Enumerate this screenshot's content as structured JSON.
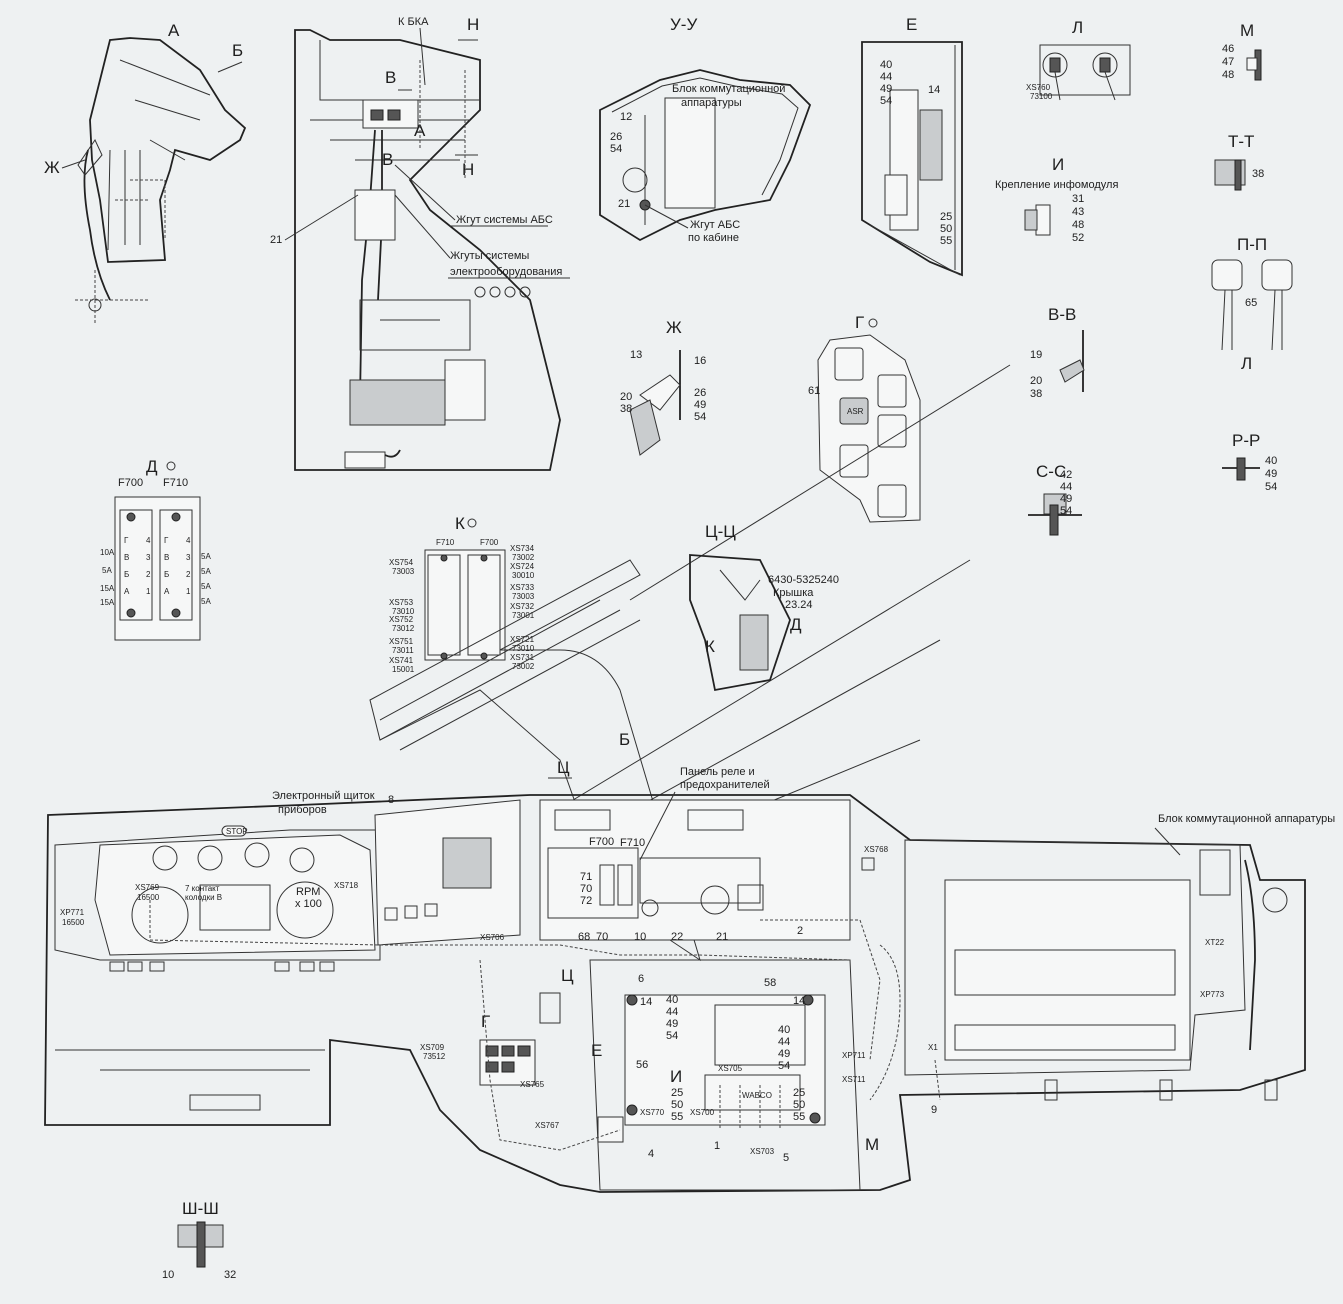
{
  "views": {
    "A": "А",
    "B": "Б",
    "ZH": "Ж",
    "UU": "У-У",
    "E": "Е",
    "L": "Л",
    "M": "М",
    "TT": "Т-Т",
    "I": "И",
    "PP": "П-П",
    "G": "Г",
    "VV": "В-В",
    "ZH2": "Ж",
    "D": "Д",
    "K": "К",
    "CC": "С-С",
    "RR": "Р-Р",
    "TsTs": "Ц-Ц",
    "ShSh": "Ш-Ш"
  },
  "labels": {
    "k_bka": "К БКА",
    "n": "Н",
    "v": "В",
    "a": "А",
    "zhgut_abs": "Жгут системы АБС",
    "zhguty_1": "Жгуты системы",
    "zhguty_2": "электрооборудования",
    "blok_komm_1": "Блок коммутационной",
    "blok_komm_2": "аппаратуры",
    "zhgut_abs_kab_1": "Жгут АБС",
    "zhgut_abs_kab_2": "по кабине",
    "kreplenie": "Крепление инфомодуля",
    "asr": "ASR",
    "kryshka_pn": "6430-5325240",
    "kryshka": "Крышка",
    "kryshka_n": "23.24",
    "elec_shchitok_1": "Электронный щиток",
    "elec_shchitok_2": "приборов",
    "panel_rele_1": "Панель реле и",
    "panel_rele_2": "предохранителей",
    "blok_komm_full": "Блок коммутационной аппаратуры",
    "stop": "STOP",
    "rpm_1": "RPM",
    "rpm_2": "x 100",
    "kontakt_1": "7 контакт",
    "kontakt_2": "колодки В",
    "wabco": "WABCO",
    "x1": "X1",
    "tsu": "Ц"
  },
  "numbers": {
    "n21": "21",
    "n12": "12",
    "n26": "26",
    "n54": "54",
    "n40": "40",
    "n44": "44",
    "n49": "49",
    "n14": "14",
    "n25": "25",
    "n50": "50",
    "n55": "55",
    "n46": "46",
    "n47": "47",
    "n48": "48",
    "n38": "38",
    "n31": "31",
    "n43": "43",
    "n52": "52",
    "n65": "65",
    "n13": "13",
    "n16": "16",
    "n20": "20",
    "n61": "61",
    "n19": "19",
    "n42": "42",
    "n8": "8",
    "n71": "71",
    "n70": "70",
    "n72": "72",
    "n68": "68",
    "n10": "10",
    "n22": "22",
    "n2": "2",
    "n6": "6",
    "n58": "58",
    "n56": "56",
    "n1": "1",
    "n4": "4",
    "n5": "5",
    "n9": "9",
    "n32": "32"
  },
  "connectors": {
    "xs760": "XS760",
    "c73100": "73100",
    "xs754": "XS754",
    "c73003": "73003",
    "xs753": "XS753",
    "c73010": "73010",
    "xs752": "XS752",
    "c73012": "73012",
    "xs751": "XS751",
    "c73011": "73011",
    "xs741": "XS741",
    "c15001": "15001",
    "xs734": "XS734",
    "c73002": "73002",
    "xs724": "XS724",
    "c30010": "30010",
    "xs733": "XS733",
    "c73003b": "73003",
    "xs732": "XS732",
    "c73001": "73001",
    "xs721": "XS721",
    "c73010b": "73010",
    "xs731": "XS731",
    "c73002b": "73002",
    "f710": "F710",
    "f700": "F700",
    "xs768": "XS768",
    "xs769": "XS769",
    "c16500": "16500",
    "xp771": "XP771",
    "c16500b": "16500",
    "xs718": "XS718",
    "xs706": "XS706",
    "xs709": "XS709",
    "c73512": "73512",
    "xs765": "XS765",
    "xs767": "XS767",
    "xs770": "XS770",
    "xs700": "XS700",
    "xs705": "XS705",
    "xs703": "XS703",
    "xp711": "XP711",
    "xs711": "XS711",
    "xt22": "XT22",
    "xp773": "XP773"
  },
  "fuses": {
    "left": [
      "10A",
      "5A",
      "15A",
      "15A"
    ],
    "right": [
      "5A",
      "5A",
      "5A",
      "5A"
    ],
    "letters_l": [
      "Г",
      "В",
      "Б",
      "А"
    ],
    "letters_r": [
      "Г",
      "В",
      "Б",
      "А"
    ],
    "nums": [
      "4",
      "3",
      "2",
      "1"
    ]
  }
}
